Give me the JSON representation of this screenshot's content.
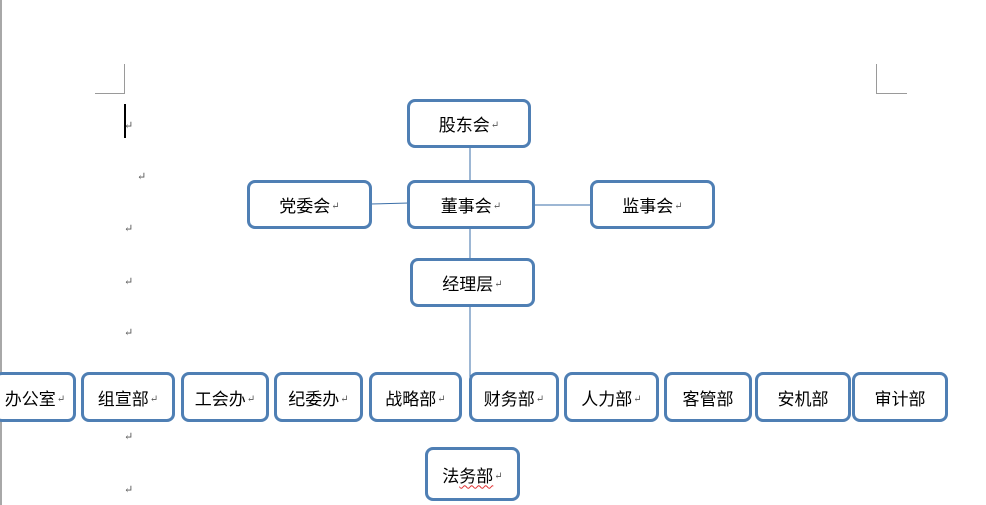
{
  "colors": {
    "box_border": "#4f7fb4",
    "connector": "#3b6fa8",
    "margin_marks": "#9a9a9a"
  },
  "return_mark": "↵",
  "nodes": {
    "shareholders": "股东会",
    "party_committee": "党委会",
    "board": "董事会",
    "supervisors": "监事会",
    "management": "经理层",
    "departments": [
      "办公室",
      "组宣部",
      "工会办",
      "纪委办",
      "战略部",
      "财务部",
      "人力部",
      "客管部",
      "安机部",
      "审计部"
    ],
    "legal": "法务部"
  }
}
